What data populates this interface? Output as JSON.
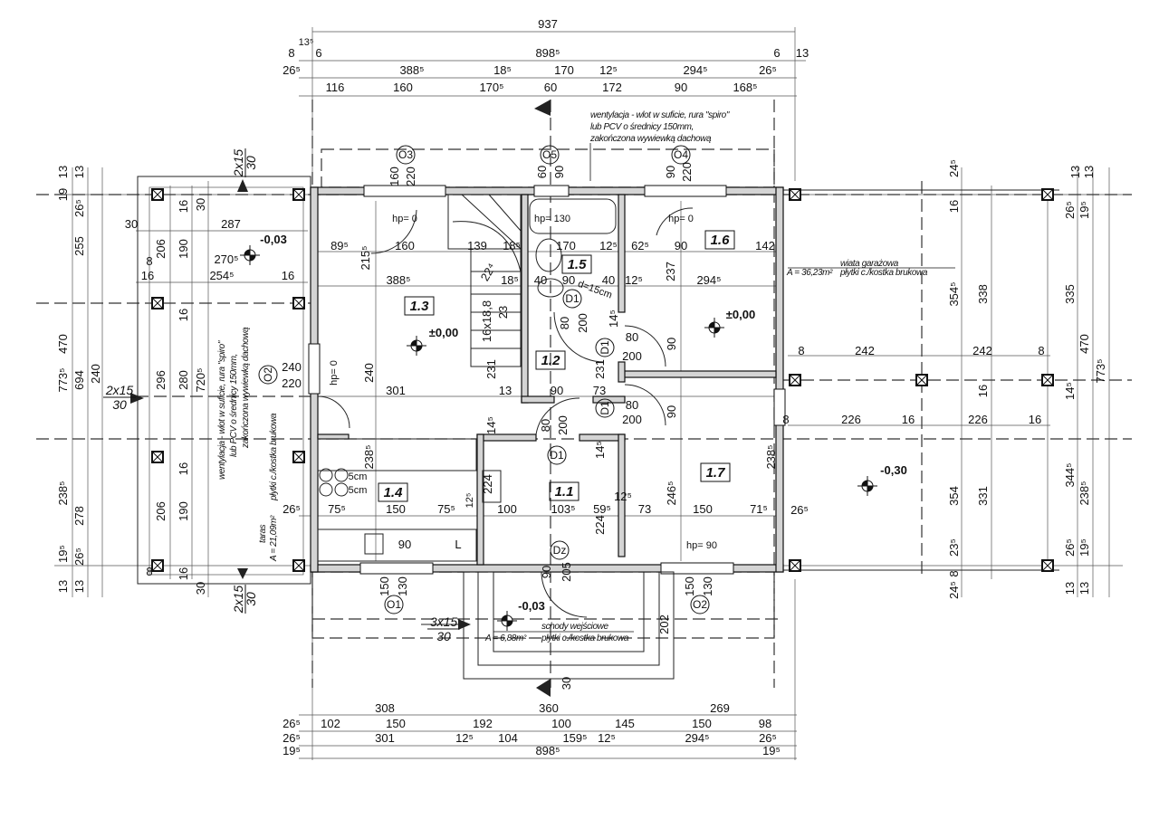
{
  "top_dimensions": [
    "937",
    "13⁵",
    "8",
    "6",
    "898⁵",
    "6",
    "13",
    "26⁵",
    "388⁵",
    "18⁵",
    "170",
    "12⁵",
    "294⁵",
    "26⁵",
    "116",
    "160",
    "170⁵",
    "60",
    "172",
    "90",
    "168⁵"
  ],
  "bottom_dimensions": [
    "308",
    "360",
    "269",
    "26⁵",
    "102",
    "150",
    "192",
    "100",
    "145",
    "150",
    "98",
    "26⁵",
    "301",
    "12⁵",
    "104",
    "159⁵",
    "12⁵",
    "294⁵",
    "26⁵",
    "19⁵",
    "898⁵",
    "19⁵"
  ],
  "left_dimensions": [
    "773⁵",
    "13",
    "19",
    "470",
    "238⁵",
    "19⁵",
    "13",
    "13",
    "26⁵",
    "255",
    "694",
    "278",
    "26⁵",
    "13",
    "240",
    "206",
    "296",
    "206",
    "190",
    "280",
    "190",
    "30",
    "720⁵",
    "30",
    "16",
    "16",
    "16",
    "16",
    "30",
    "287",
    "270⁵",
    "8",
    "254⁵",
    "16",
    "16",
    "8",
    "240",
    "220"
  ],
  "right_dimensions": [
    "24⁵",
    "16",
    "354⁵",
    "338",
    "16",
    "354",
    "331",
    "23⁵",
    "8",
    "24⁵",
    "13",
    "13",
    "26⁵",
    "19⁵",
    "335",
    "470",
    "773⁵",
    "14⁵",
    "344⁵",
    "238⁵",
    "26⁵",
    "19⁵",
    "13",
    "13",
    "8",
    "242",
    "242",
    "8",
    "226",
    "16",
    "226",
    "16",
    "26⁵",
    "8"
  ],
  "interior_dimensions": [
    "160",
    "220",
    "60",
    "90",
    "90",
    "220",
    "89⁵",
    "215⁵",
    "160",
    "139",
    "18⁵",
    "170",
    "12⁵",
    "62⁵",
    "90",
    "142",
    "237",
    "388⁵",
    "22⁴",
    "18⁵",
    "40",
    "90",
    "40",
    "12⁵",
    "294⁵",
    "16x18,8",
    "23",
    "80",
    "200",
    "14⁵",
    "80",
    "200",
    "90",
    "231",
    "231",
    "240",
    "301",
    "13",
    "90",
    "73",
    "80",
    "200",
    "90",
    "14⁵",
    "80",
    "200",
    "14⁵",
    "238⁵",
    "238⁵",
    "224",
    "246⁵",
    "224",
    "100",
    "103⁵",
    "59⁵",
    "12⁵",
    "73",
    "150",
    "71⁵",
    "26⁵",
    "75⁵",
    "150",
    "75⁵",
    "90",
    "L",
    "90",
    "205",
    "150",
    "130",
    "150",
    "130",
    "202",
    "30",
    "hp= 0",
    "hp= 130",
    "hp= 0",
    "hp= 90",
    "hp= 0",
    "d=15cm",
    "5cm",
    "5cm",
    "12⁵"
  ],
  "rooms": [
    "1.3",
    "1.5",
    "1.6",
    "1.2",
    "1.4",
    "1.1",
    "1.7"
  ],
  "levels": [
    "±0,00",
    "±0,00",
    "-0,03",
    "-0,30",
    "-0,03"
  ],
  "axis_markers": [
    "O3",
    "O5",
    "O4",
    "O2",
    "O1",
    "O2"
  ],
  "door_tags": [
    "D1",
    "D1",
    "D1",
    "D1",
    "Dz"
  ],
  "stair_notes": [
    "2x15",
    "30",
    "2x15",
    "30",
    "2x15",
    "30",
    "3x15",
    "30"
  ],
  "notes": {
    "top_vent": [
      "wentylacja - wlot w suficie, rura \"spiro\"",
      "lub PCV o średnicy 150mm,",
      "zakończona wywiewką dachową"
    ],
    "left_vent": [
      "wentylacja - wlot w suficie, rura \"spiro\"",
      "lub PCV o średnicy 150mm,",
      "zakończona wywiewką dachową"
    ],
    "terrace": [
      "taras",
      "A = 21,09m²",
      "płytki c./kostka brukowa"
    ],
    "carport": [
      "wiata garażowa",
      "A = 36,23m²",
      "płytki c./kostka brukowa"
    ],
    "entrance_stairs": [
      "schody wejściowe",
      "A = 6,88m²",
      "płytki c./kostka brukowa"
    ]
  }
}
